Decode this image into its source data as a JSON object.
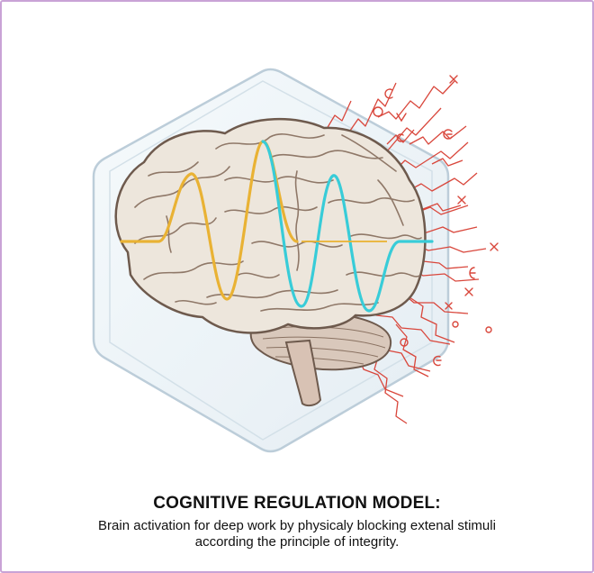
{
  "caption": {
    "title": "COGNITIVE REGULATION MODEL:",
    "subtitle_line1": "Brain activation for deep work by physicaly blocking extenal stimuli",
    "subtitle_line2": "according the principle of integrity."
  },
  "colors": {
    "frame": "#c9a3d6",
    "hexagon_fill": "#eef4f8",
    "hexagon_stroke": "#b9cbd8",
    "brain_fill": "#ede6dc",
    "brain_stroke": "#6e5a4d",
    "cerebellum_fill": "#d9c8bb",
    "wave_yellow": "#e9b234",
    "wave_cyan": "#38ccd8",
    "noise_red": "#d9473c"
  },
  "icons": [
    "noise-x-mark",
    "noise-c-glyph",
    "noise-o-glyph",
    "noise-e-glyph"
  ]
}
